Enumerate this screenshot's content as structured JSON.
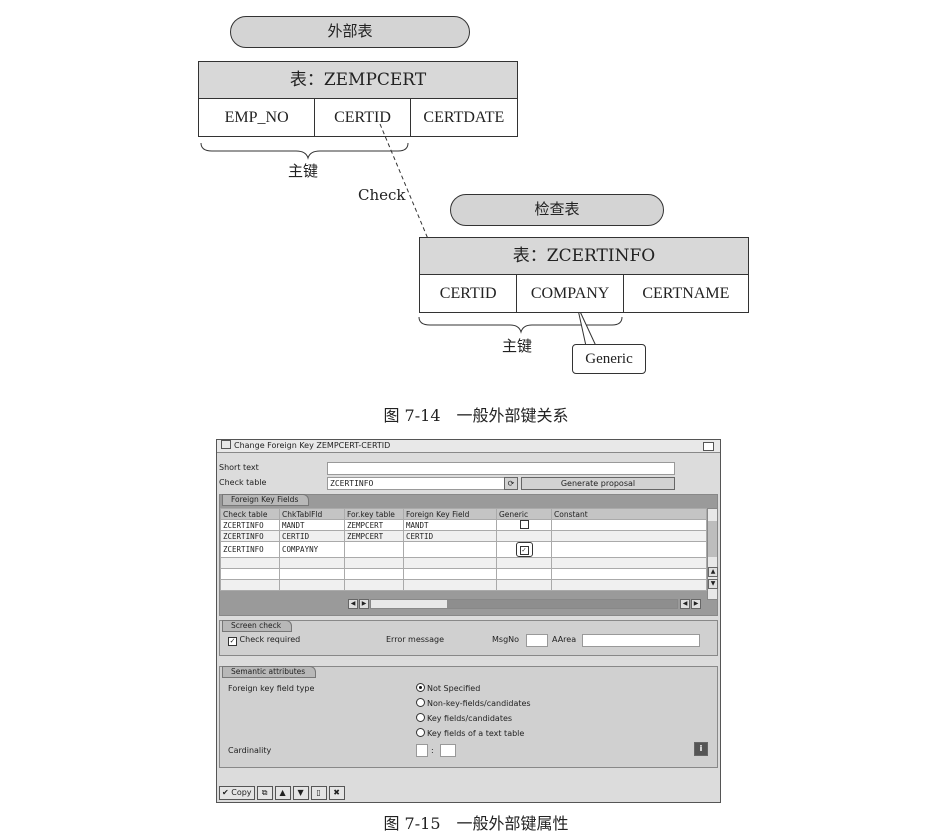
{
  "diagram": {
    "foreign_pill": "外部表",
    "table1": {
      "title": "表：ZEMPCERT",
      "cols": [
        "EMP_NO",
        "CERTID",
        "CERTDATE"
      ]
    },
    "pk1": "主键",
    "check_label": "Check",
    "check_pill": "检查表",
    "table2": {
      "title": "表：ZCERTINFO",
      "cols": [
        "CERTID",
        "COMPANY",
        "CERTNAME"
      ]
    },
    "pk2": "主键",
    "generic_callout": "Generic",
    "caption1": "图 7-14　一般外部键关系"
  },
  "sap": {
    "title": "Change Foreign Key ZEMPCERT-CERTID",
    "short_text_label": "Short text",
    "short_text_value": "",
    "check_table_label": "Check table",
    "check_table_value": "ZCERTINFO",
    "generate_button": "Generate proposal",
    "fk_section": "Foreign Key Fields",
    "grid_headers": [
      "Check table",
      "ChkTablFld",
      "For.key table",
      "Foreign Key Field",
      "Generic",
      "Constant"
    ],
    "grid_rows": [
      [
        "ZCERTINFO",
        "MANDT",
        "ZEMPCERT",
        "MANDT",
        "",
        ""
      ],
      [
        "ZCERTINFO",
        "CERTID",
        "ZEMPCERT",
        "CERTID",
        "",
        ""
      ],
      [
        "ZCERTINFO",
        "COMPAYNY",
        "",
        "",
        "",
        ""
      ]
    ],
    "generic_checked": [
      false,
      false,
      true
    ],
    "screen_check_section": "Screen check",
    "check_required_label": "Check required",
    "error_message_label": "Error message",
    "msgno_label": "MsgNo",
    "aarea_label": "AArea",
    "semantic_section": "Semantic attributes",
    "fk_field_type_label": "Foreign key field type",
    "options": [
      "Not Specified",
      "Non-key-fields/candidates",
      "Key fields/candidates",
      "Key fields of a text table"
    ],
    "selected_option": 0,
    "cardinality_label": "Cardinality",
    "cardinality_sep": ":",
    "copy_button": "Copy"
  },
  "caption2": "图 7-15　一般外部键属性"
}
